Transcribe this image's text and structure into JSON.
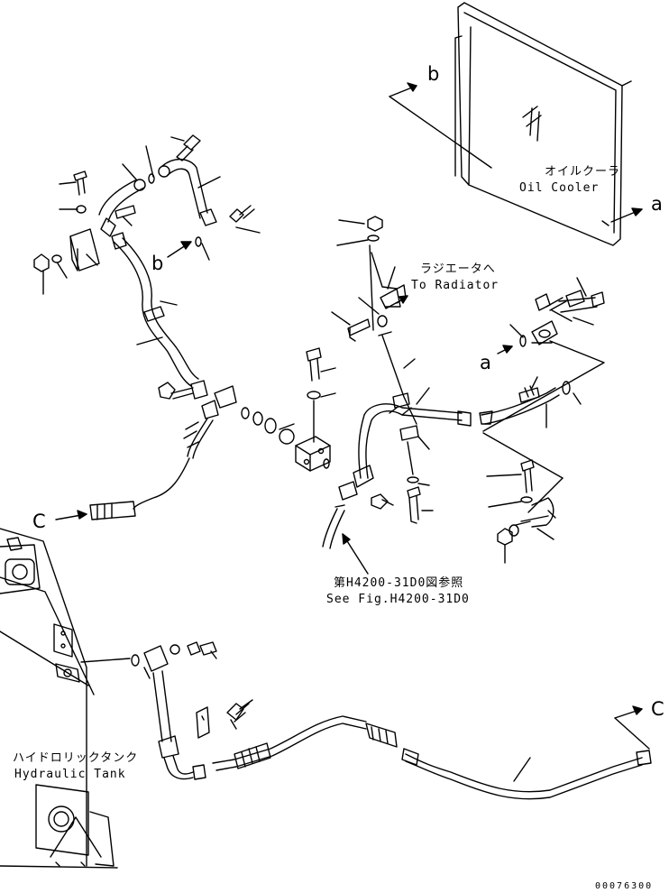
{
  "callouts": {
    "b_top": "b",
    "b_mid": "b",
    "a_right": "a",
    "a_mid": "a",
    "c_left": "C",
    "c_right": "C"
  },
  "labels": {
    "oil_cooler_jp": "オイルクーラ",
    "oil_cooler_en": "Oil Cooler",
    "radiator_jp": "ラジエータへ",
    "radiator_en": "To Radiator",
    "fig_ref_jp": "第H4200-31D0図参照",
    "fig_ref_en": "See Fig.H4200-31D0",
    "tank_jp": "ハイドロリックタンク",
    "tank_en": "Hydraulic Tank"
  },
  "drawing_number": "00076300",
  "colors": {
    "ink": "#000000",
    "paper": "#ffffff"
  }
}
